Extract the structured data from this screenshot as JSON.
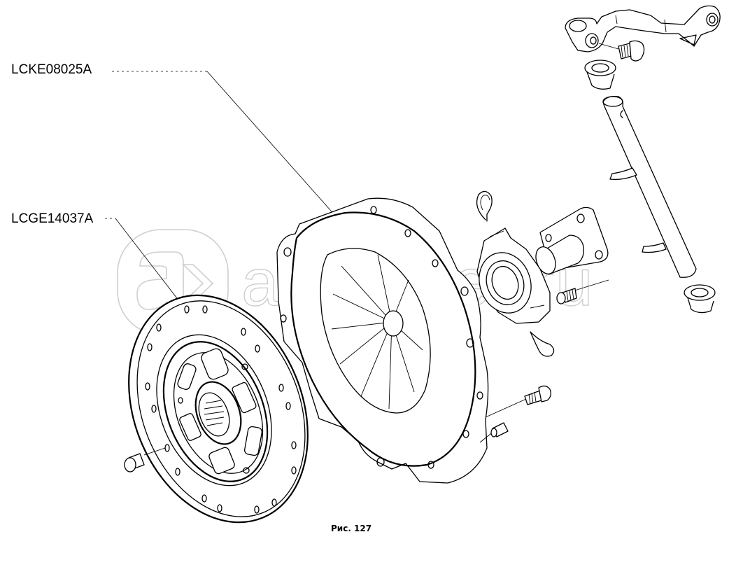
{
  "diagram": {
    "type": "exploded-parts-diagram",
    "subject": "clutch assembly",
    "callouts": [
      {
        "id": "callout-1",
        "part_number": "LCKE08025A",
        "points_to": "clutch-pressure-plate-cover"
      },
      {
        "id": "callout-2",
        "part_number": "LCGE14037A",
        "points_to": "clutch-driven-disc"
      }
    ],
    "caption": "Рис. 127",
    "watermark": {
      "text": "autopiter.ru",
      "logo": "a>"
    },
    "parts": [
      "clutch-release-fork-lever",
      "lever-clamp-bolt",
      "upper-bushing",
      "release-fork-shaft",
      "lower-bushing",
      "retaining-clip-upper",
      "release-bearing",
      "retaining-clip-lower",
      "bearing-guide-sleeve",
      "guide-sleeve-screw",
      "pressure-plate-cover",
      "cover-mounting-bolt",
      "dowel-pin",
      "driven-disc",
      "disc-rivet-plug"
    ]
  }
}
